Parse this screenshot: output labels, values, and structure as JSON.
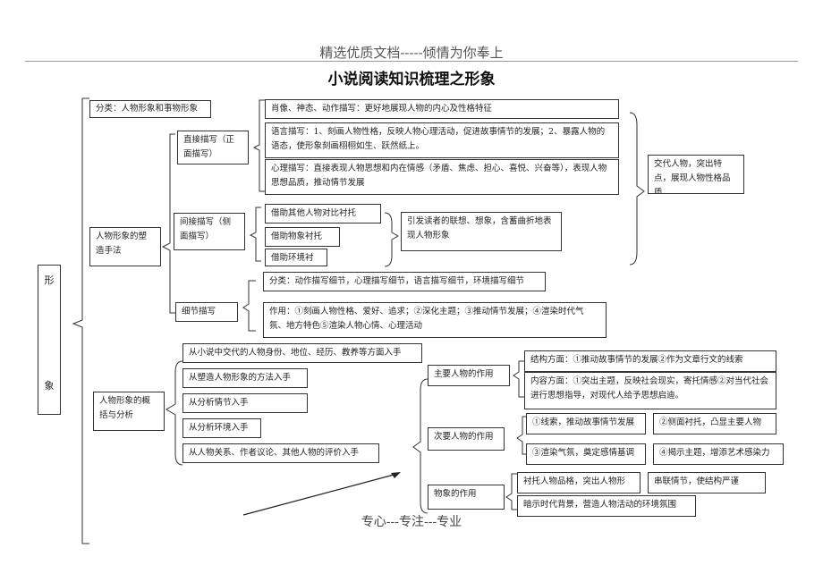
{
  "page_header": "精选优质文档-----倾情为你奉上",
  "title": "小说阅读知识梳理之形象",
  "footer": "专心---专注---专业",
  "root": {
    "char1": "形",
    "char2": "象"
  },
  "classification": "分类：人物形象和事物形象",
  "shaping": {
    "label": "人物形象的塑造手法",
    "direct": {
      "label": "直接描写（正面描写）",
      "items": [
        "肖像、神态、动作描写：更好地展现人物的内心及性格特征",
        "语言描写：1、刻画人物性格，反映人物心理活动，促进故事情节的发展；2、暴露人物的语态，使形象刻画栩栩如生、跃然纸上。",
        "心理描写：直接表现人物思想和内在情感（矛盾、焦虑、担心、喜悦、兴奋等），表现人物思想品质，推动情节发展"
      ],
      "summary": "交代人物，突出特点，展现人物性格品质"
    },
    "indirect": {
      "label": "间接描写（侧面描写）",
      "items": [
        "借助其他人物对比衬托",
        "借助物象衬托",
        "借助环境衬托"
      ],
      "summary": "引发读者的联想、想象，含蓄曲折地表现人物形象"
    },
    "detail": {
      "label": "细节描写",
      "classification": "分类：动作描写细节，心理描写细节，语言描写细节，环境描写细节",
      "function": "作用：①刻画人物性格、爱好、追求；②深化主题；③推动情节发展；④渲染时代气氛、地方特色⑤渲染人物心情、心理活动"
    }
  },
  "analysis": {
    "label": "人物形象的概括与分析",
    "items": [
      "从小说中交代的人物身份、地位、经历、教养等方面入手",
      "从塑造人物形象的方法入手",
      "从分析情节入手",
      "从分析环境入手",
      "从人物关系、作者议论、其他人物的评价入手"
    ]
  },
  "roles": {
    "main": {
      "label": "主要人物的作用",
      "structure": "结构方面：①推动故事情节的发展②作为文章行文的线索",
      "content": "内容方面：①突出主题，反映社会现实，寄托情感②对当代社会进行思想指导，对现代人给予思想启迪。"
    },
    "secondary": {
      "label": "次要人物的作用",
      "items": [
        "①线索，推动故事情节发展",
        "②侧面衬托，凸显主要人物",
        "③渲染气氛，奠定感情基调",
        "④揭示主题，增添艺术感染力"
      ]
    },
    "object": {
      "label": "物象的作用",
      "items": [
        "衬托人物品格，突出人物形",
        "串联情节，使结构严谨",
        "暗示时代背景，营造人物活动的环境氛围"
      ]
    }
  }
}
